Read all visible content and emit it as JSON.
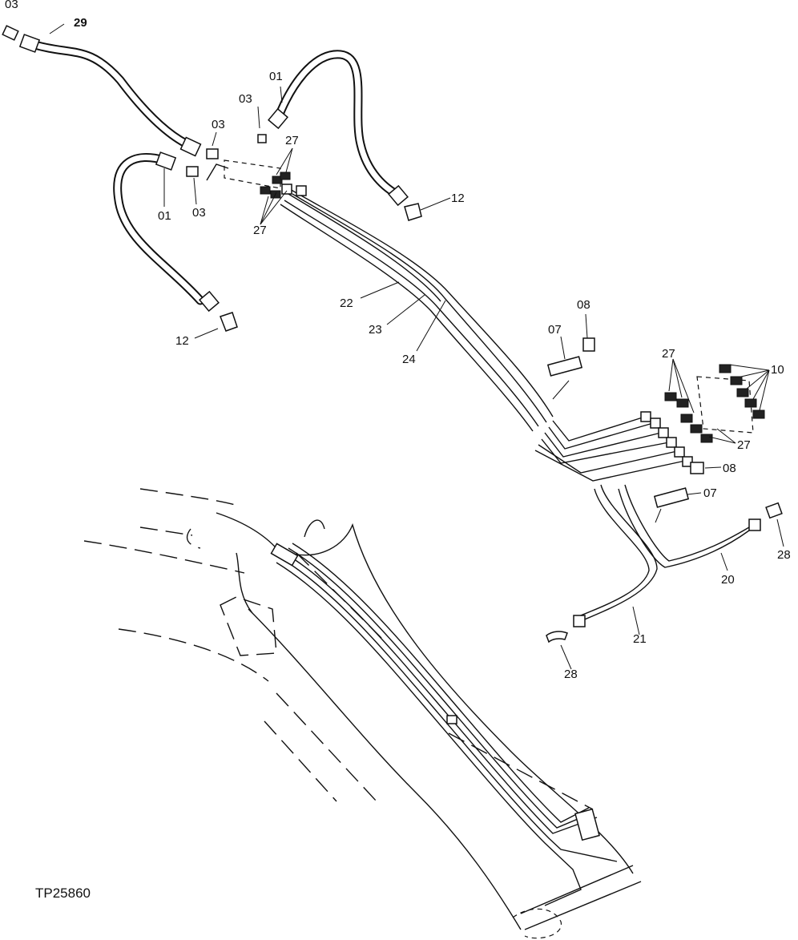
{
  "drawing_code": "TP25860",
  "callouts": {
    "c03_a": "03",
    "c29": "29",
    "c01_a": "01",
    "c03_b": "03",
    "c03_c": "03",
    "c27_a": "27",
    "c01_b": "01",
    "c03_d": "03",
    "c27_b": "27",
    "c12_a": "12",
    "c12_b": "12",
    "c22": "22",
    "c23": "23",
    "c24": "24",
    "c08_a": "08",
    "c07_a": "07",
    "c27_c": "27",
    "c10": "10",
    "c27_d": "27",
    "c08_b": "08",
    "c07_b": "07",
    "c28_a": "28",
    "c20": "20",
    "c21": "21",
    "c28_b": "28"
  }
}
